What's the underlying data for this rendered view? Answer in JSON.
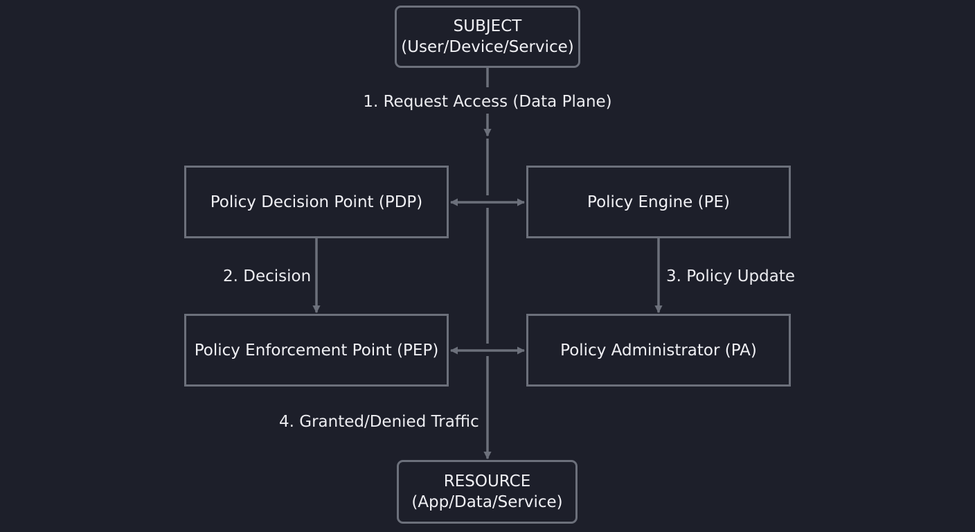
{
  "nodes": {
    "subject": {
      "title": "SUBJECT",
      "subtitle": "(User/Device/Service)"
    },
    "pdp": {
      "label": "Policy Decision Point (PDP)"
    },
    "pe": {
      "label": "Policy Engine (PE)"
    },
    "pep": {
      "label": "Policy Enforcement Point (PEP)"
    },
    "pa": {
      "label": "Policy Administrator (PA)"
    },
    "resource": {
      "title": "RESOURCE",
      "subtitle": "(App/Data/Service)"
    }
  },
  "edges": {
    "request": "1. Request Access (Data Plane)",
    "decision": "2. Decision",
    "policy_update": "3. Policy Update",
    "traffic": "4. Granted/Denied Traffic"
  },
  "colors": {
    "background": "#1d1f2a",
    "stroke": "#6c707b",
    "text": "#ececf0"
  }
}
